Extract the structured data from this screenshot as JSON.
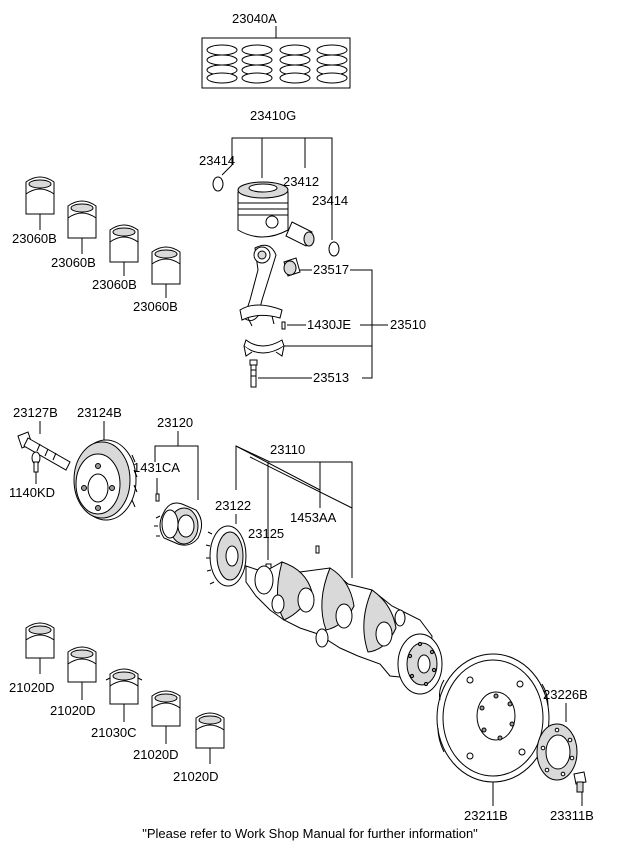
{
  "labels": {
    "ring_set": "23040A",
    "piston_assy": "23410G",
    "snap_ring_left": "23414",
    "piston_pin": "23412",
    "snap_ring_right": "23414",
    "bearing_a1": "23060B",
    "bearing_a2": "23060B",
    "bearing_a3": "23060B",
    "bearing_a4": "23060B",
    "conrod_bush": "23517",
    "conrod_nut": "1430JE",
    "conrod_assy": "23510",
    "conrod_bolt": "23513",
    "pulley_bolt": "23127B",
    "damper_pulley": "23124B",
    "sprocket": "23120",
    "key_1431": "1431CA",
    "washer_1140": "1140KD",
    "crankshaft": "23110",
    "crank_gear": "23122",
    "key_23125": "23125",
    "pin_1453": "1453AA",
    "bearing_b1": "21020D",
    "bearing_b2": "21020D",
    "thrust_bearing": "21030C",
    "bearing_b3": "21020D",
    "bearing_b4": "21020D",
    "plate_23226": "23226B",
    "flywheel": "23211B",
    "flywheel_bolt": "23311B"
  },
  "footer": {
    "note": "\"Please refer to Work Shop Manual for further information\""
  }
}
